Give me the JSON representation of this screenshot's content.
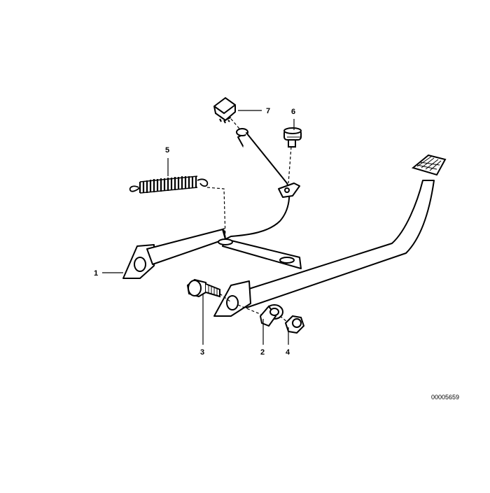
{
  "diagram": {
    "callouts": {
      "c1": "1",
      "c2": "2",
      "c3": "3",
      "c4": "4",
      "c5": "5",
      "c6": "6",
      "c7": "7"
    },
    "part_number": "00005659"
  },
  "colors": {
    "line": "#000000",
    "background": "#ffffff"
  }
}
